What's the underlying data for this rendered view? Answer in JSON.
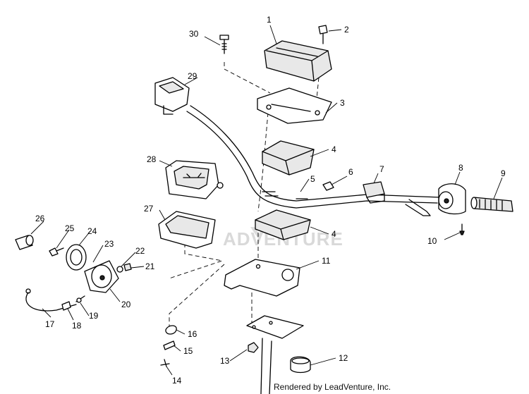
{
  "watermark": "ADVENTURE",
  "credit": "Rendered by LeadVenture, Inc.",
  "callouts": [
    "1",
    "2",
    "3",
    "4",
    "5",
    "6",
    "7",
    "8",
    "9",
    "10",
    "11",
    "12",
    "13",
    "14",
    "15",
    "16",
    "17",
    "18",
    "19",
    "20",
    "21",
    "22",
    "23",
    "24",
    "25",
    "26",
    "27",
    "28",
    "29",
    "30",
    "4"
  ]
}
